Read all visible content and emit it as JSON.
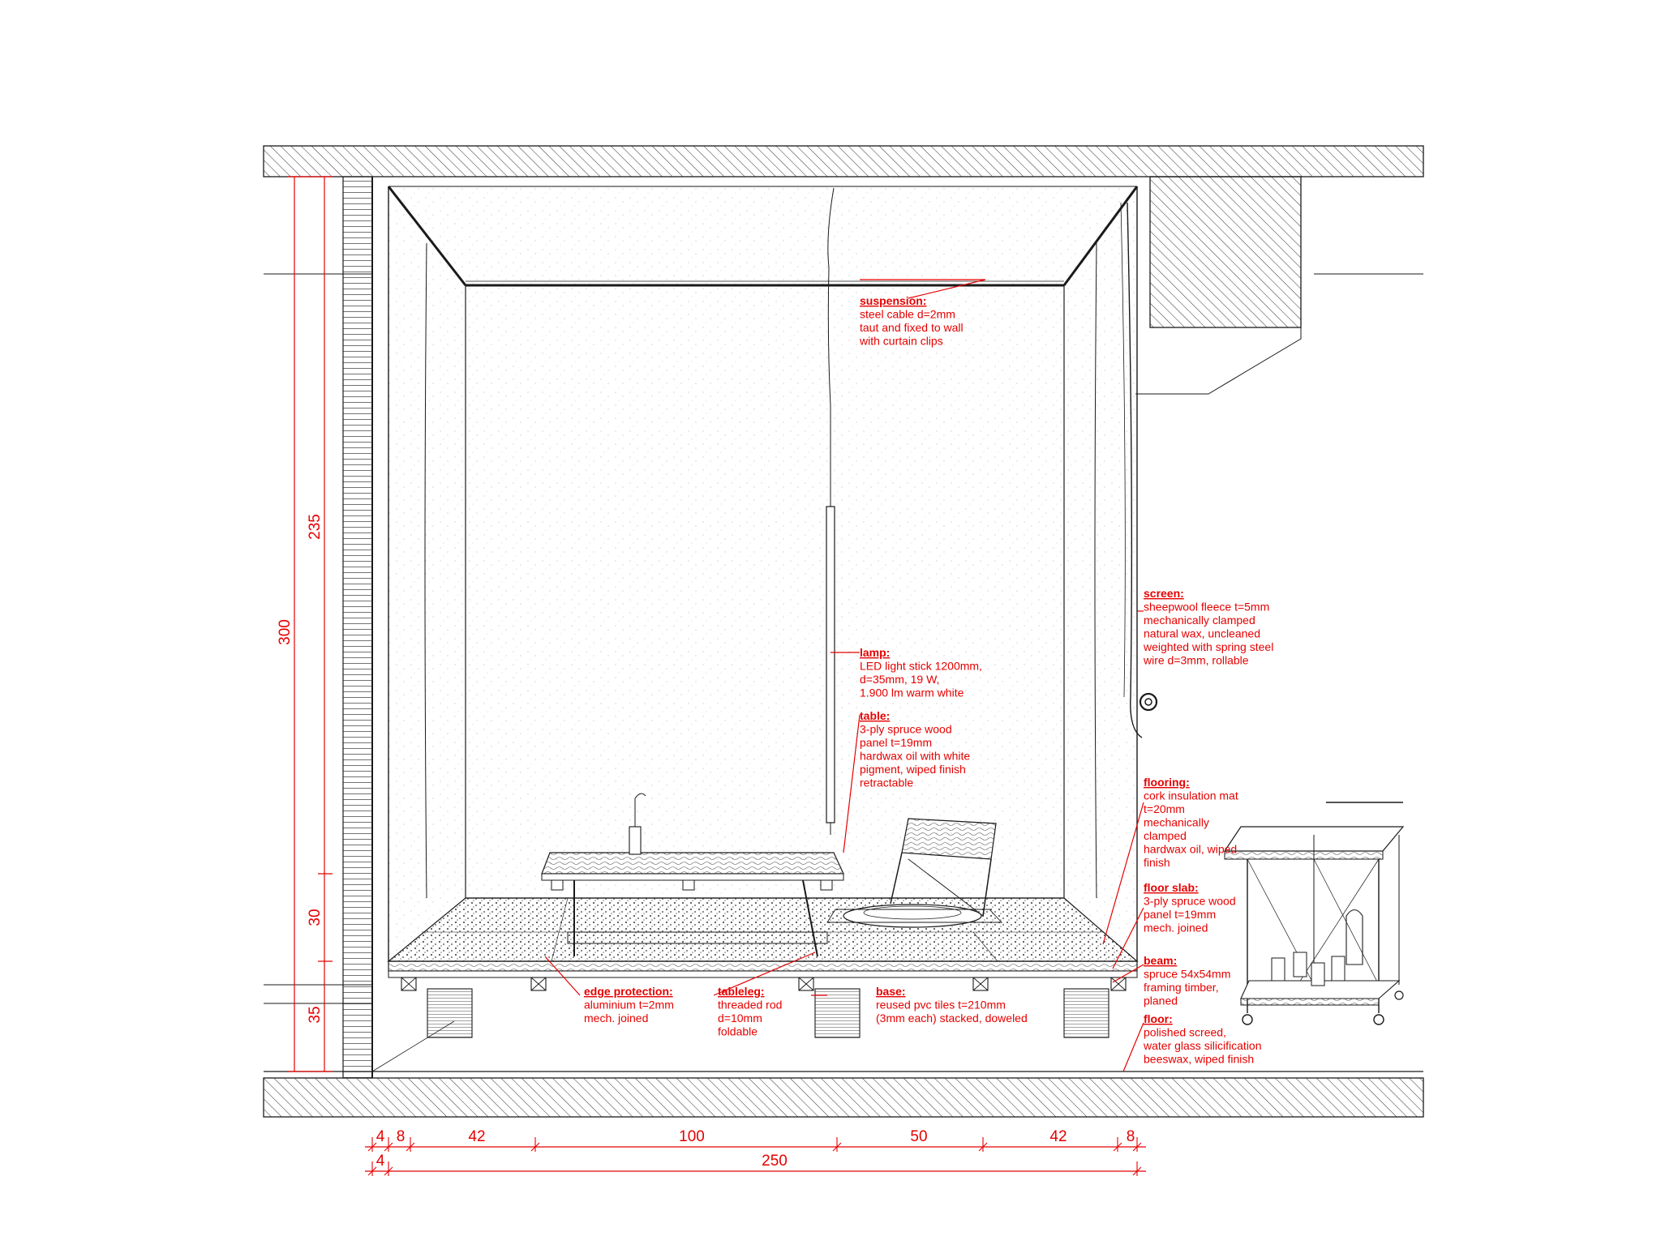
{
  "colors": {
    "annotation": "#e60000",
    "line": "#1a1a1a",
    "background": "#ffffff"
  },
  "annotations": [
    {
      "id": "suspension",
      "title": "suspension:",
      "lines": [
        "steel cable d=2mm",
        "taut and fixed to wall",
        "with curtain clips"
      ]
    },
    {
      "id": "screen",
      "title": "screen:",
      "lines": [
        "sheepwool fleece t=5mm",
        "mechanically clamped",
        "natural wax, uncleaned",
        "weighted with spring steel",
        "wire d=3mm, rollable"
      ]
    },
    {
      "id": "lamp",
      "title": "lamp:",
      "lines": [
        "LED light stick 1200mm,",
        "d=35mm, 19 W,",
        "1.900 lm warm white"
      ]
    },
    {
      "id": "table",
      "title": "table:",
      "lines": [
        "3-ply spruce wood",
        "panel t=19mm",
        "hardwax oil with white",
        "pigment, wiped finish",
        "retractable"
      ]
    },
    {
      "id": "flooring",
      "title": "flooring:",
      "lines": [
        "cork insulation mat",
        "t=20mm",
        "mechanically",
        "clamped",
        "hardwax oil, wiped",
        "finish"
      ]
    },
    {
      "id": "floor-slab",
      "title": "floor slab:",
      "lines": [
        "3-ply spruce wood",
        "panel t=19mm",
        "mech. joined"
      ]
    },
    {
      "id": "beam",
      "title": "beam:",
      "lines": [
        "spruce 54x54mm",
        "framing timber,",
        "planed"
      ]
    },
    {
      "id": "floor",
      "title": "floor:",
      "lines": [
        "polished screed,",
        "water glass silicification",
        "beeswax, wiped finish"
      ]
    },
    {
      "id": "edge-protection",
      "title": "edge protection:",
      "lines": [
        "aluminium t=2mm",
        "mech. joined"
      ]
    },
    {
      "id": "tableleg",
      "title": "tableleg:",
      "lines": [
        "threaded rod",
        "d=10mm",
        "foldable"
      ]
    },
    {
      "id": "base",
      "title": "base:",
      "lines": [
        "reused pvc tiles t=210mm",
        "(3mm each) stacked, doweled"
      ]
    }
  ],
  "dimensions": {
    "vertical_total": "300",
    "vertical_parts": [
      "235",
      "30",
      "35"
    ],
    "horizontal_top": [
      "4",
      "8",
      "42",
      "100",
      "50",
      "42",
      "8"
    ],
    "horizontal_bottom": [
      "4",
      "250"
    ]
  }
}
